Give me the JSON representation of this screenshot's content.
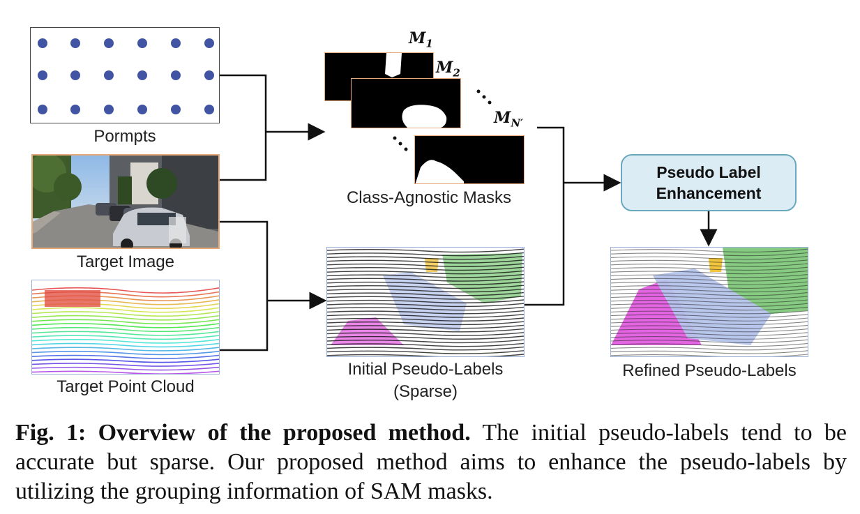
{
  "labels": {
    "prompts": "Pormpts",
    "target_image": "Target Image",
    "target_point_cloud": "Target Point Cloud",
    "class_agnostic_masks": "Class-Agnostic Masks",
    "initial_pseudo_labels_line1": "Initial Pseudo-Labels",
    "initial_pseudo_labels_line2": "(Sparse)",
    "refined_pseudo_labels": "Refined Pseudo-Labels"
  },
  "masks": {
    "m1": "M",
    "m1_sub": "1",
    "m2": "M",
    "m2_sub": "2",
    "mn": "M",
    "mn_sub": "N′"
  },
  "enhancement_box": {
    "line1": "Pseudo Label",
    "line2": "Enhancement"
  },
  "caption": {
    "bold": "Fig. 1: Overview of the proposed method.",
    "text": " The initial pseudo-labels tend to be accurate but sparse. Our proposed method aims to enhance the pseudo-labels by utilizing the grouping information of SAM masks."
  },
  "colors": {
    "prompt_dot": "#4154a3",
    "image_border": "#e7a97a",
    "panel_border": "#9ab0d8",
    "box_fill": "#dcecf4",
    "box_border": "#6aa8bd"
  }
}
